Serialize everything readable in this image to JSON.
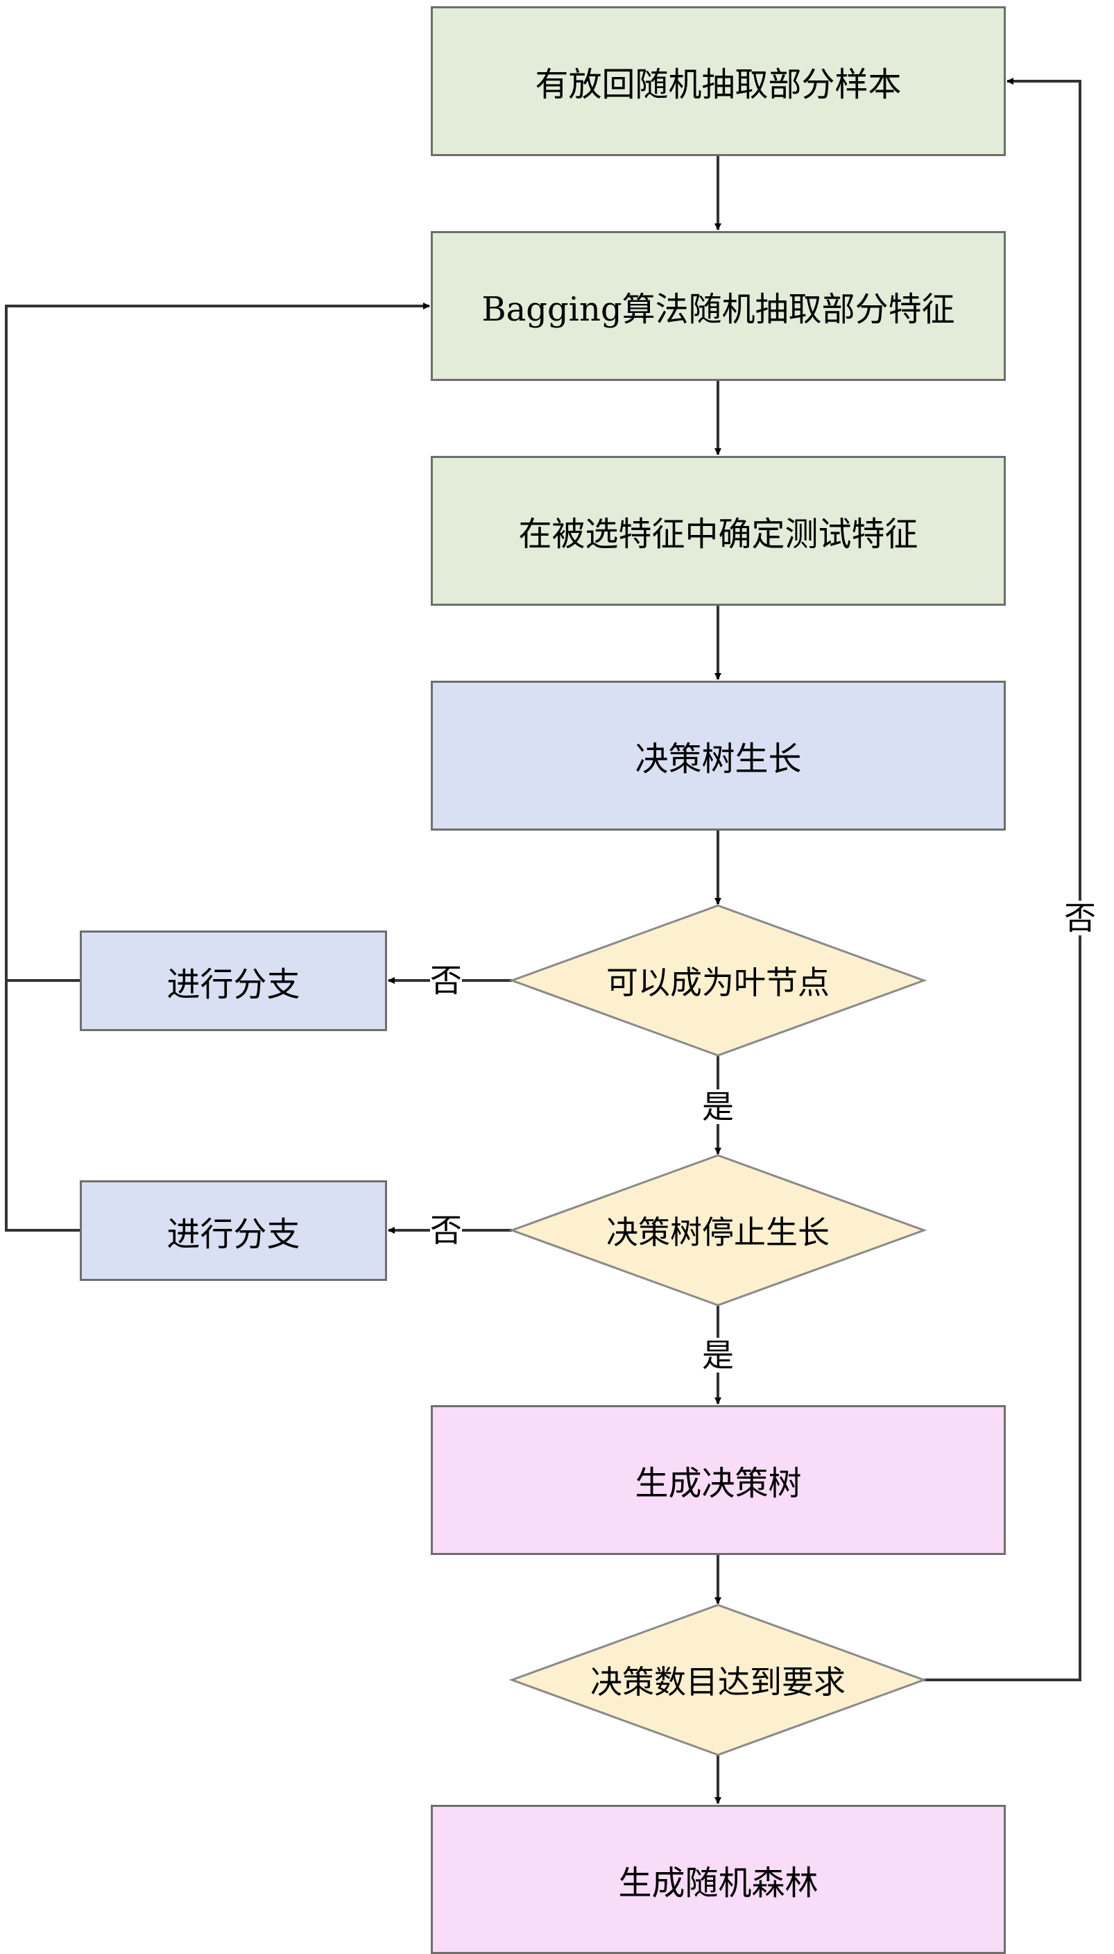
{
  "nodes": {
    "sample": "有放回随机抽取部分样本",
    "features": "Bagging算法随机抽取部分特征",
    "test_feature": "在被选特征中确定测试特征",
    "grow": "决策树生长",
    "leaf_q": "可以成为叶节点",
    "branch1": "进行分支",
    "stop_q": "决策树停止生长",
    "branch2": "进行分支",
    "gen_tree": "生成决策树",
    "count_q": "决策数目达到要求",
    "forest": "生成随机森林"
  },
  "labels": {
    "no1": "否",
    "yes1": "是",
    "no2": "否",
    "yes2": "是",
    "no3": "否"
  },
  "colors": {
    "sampling": "#e2ecd8",
    "growth": "#d9e0f3",
    "decision": "#fdf0cf",
    "output": "#f8dcf8"
  }
}
